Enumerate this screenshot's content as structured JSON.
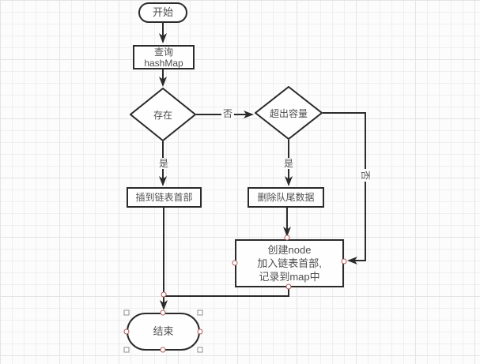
{
  "flowchart": {
    "nodes": {
      "start": {
        "label": "开始",
        "shape": "terminator"
      },
      "query": {
        "lines": [
          "查询",
          "hashMap"
        ],
        "shape": "process"
      },
      "exists": {
        "label": "存在",
        "shape": "decision"
      },
      "over_capacity": {
        "label": "超出容量",
        "shape": "decision"
      },
      "insert_head": {
        "label": "插到链表首部",
        "shape": "process"
      },
      "delete_tail": {
        "label": "删除队尾数据",
        "shape": "process"
      },
      "create_node": {
        "lines": [
          "创建node",
          "加入链表首部,",
          "记录到map中"
        ],
        "shape": "process"
      },
      "end": {
        "label": "结束",
        "shape": "terminator",
        "selected": true
      }
    },
    "edge_labels": {
      "exists_no": "否",
      "exists_yes": "是",
      "capacity_yes": "是",
      "capacity_no": "否"
    },
    "colors": {
      "stroke": "#2b2b2b",
      "text": "#4f4f4f",
      "connection_point": "#b25b5b",
      "selection_handle": "#8f8f8f",
      "node_fill": "#fefefe",
      "grid_line": "#e4e4e4"
    }
  }
}
